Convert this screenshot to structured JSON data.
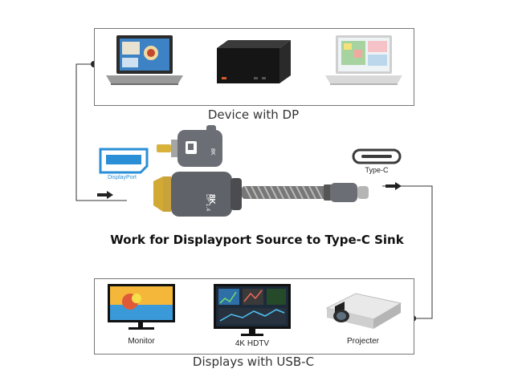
{
  "top_box": {
    "caption": "Device with DP"
  },
  "bottom_box": {
    "caption": "Displays with USB-C",
    "items": [
      {
        "label": "Monitor"
      },
      {
        "label": "4K HDTV"
      },
      {
        "label": "Projecter"
      }
    ]
  },
  "headline": "Work for Displayport Source to Type-C Sink",
  "ports": {
    "displayport_label": "DisplayPort",
    "typec_label": "Type-C"
  },
  "connector_text": {
    "adapter_badge": "8K",
    "dp_head_version": "DP 1.4",
    "dp_head_badge": "8K"
  },
  "colors": {
    "accent": "#2a8fd6",
    "frame": "#777777",
    "cable": "#555555"
  }
}
